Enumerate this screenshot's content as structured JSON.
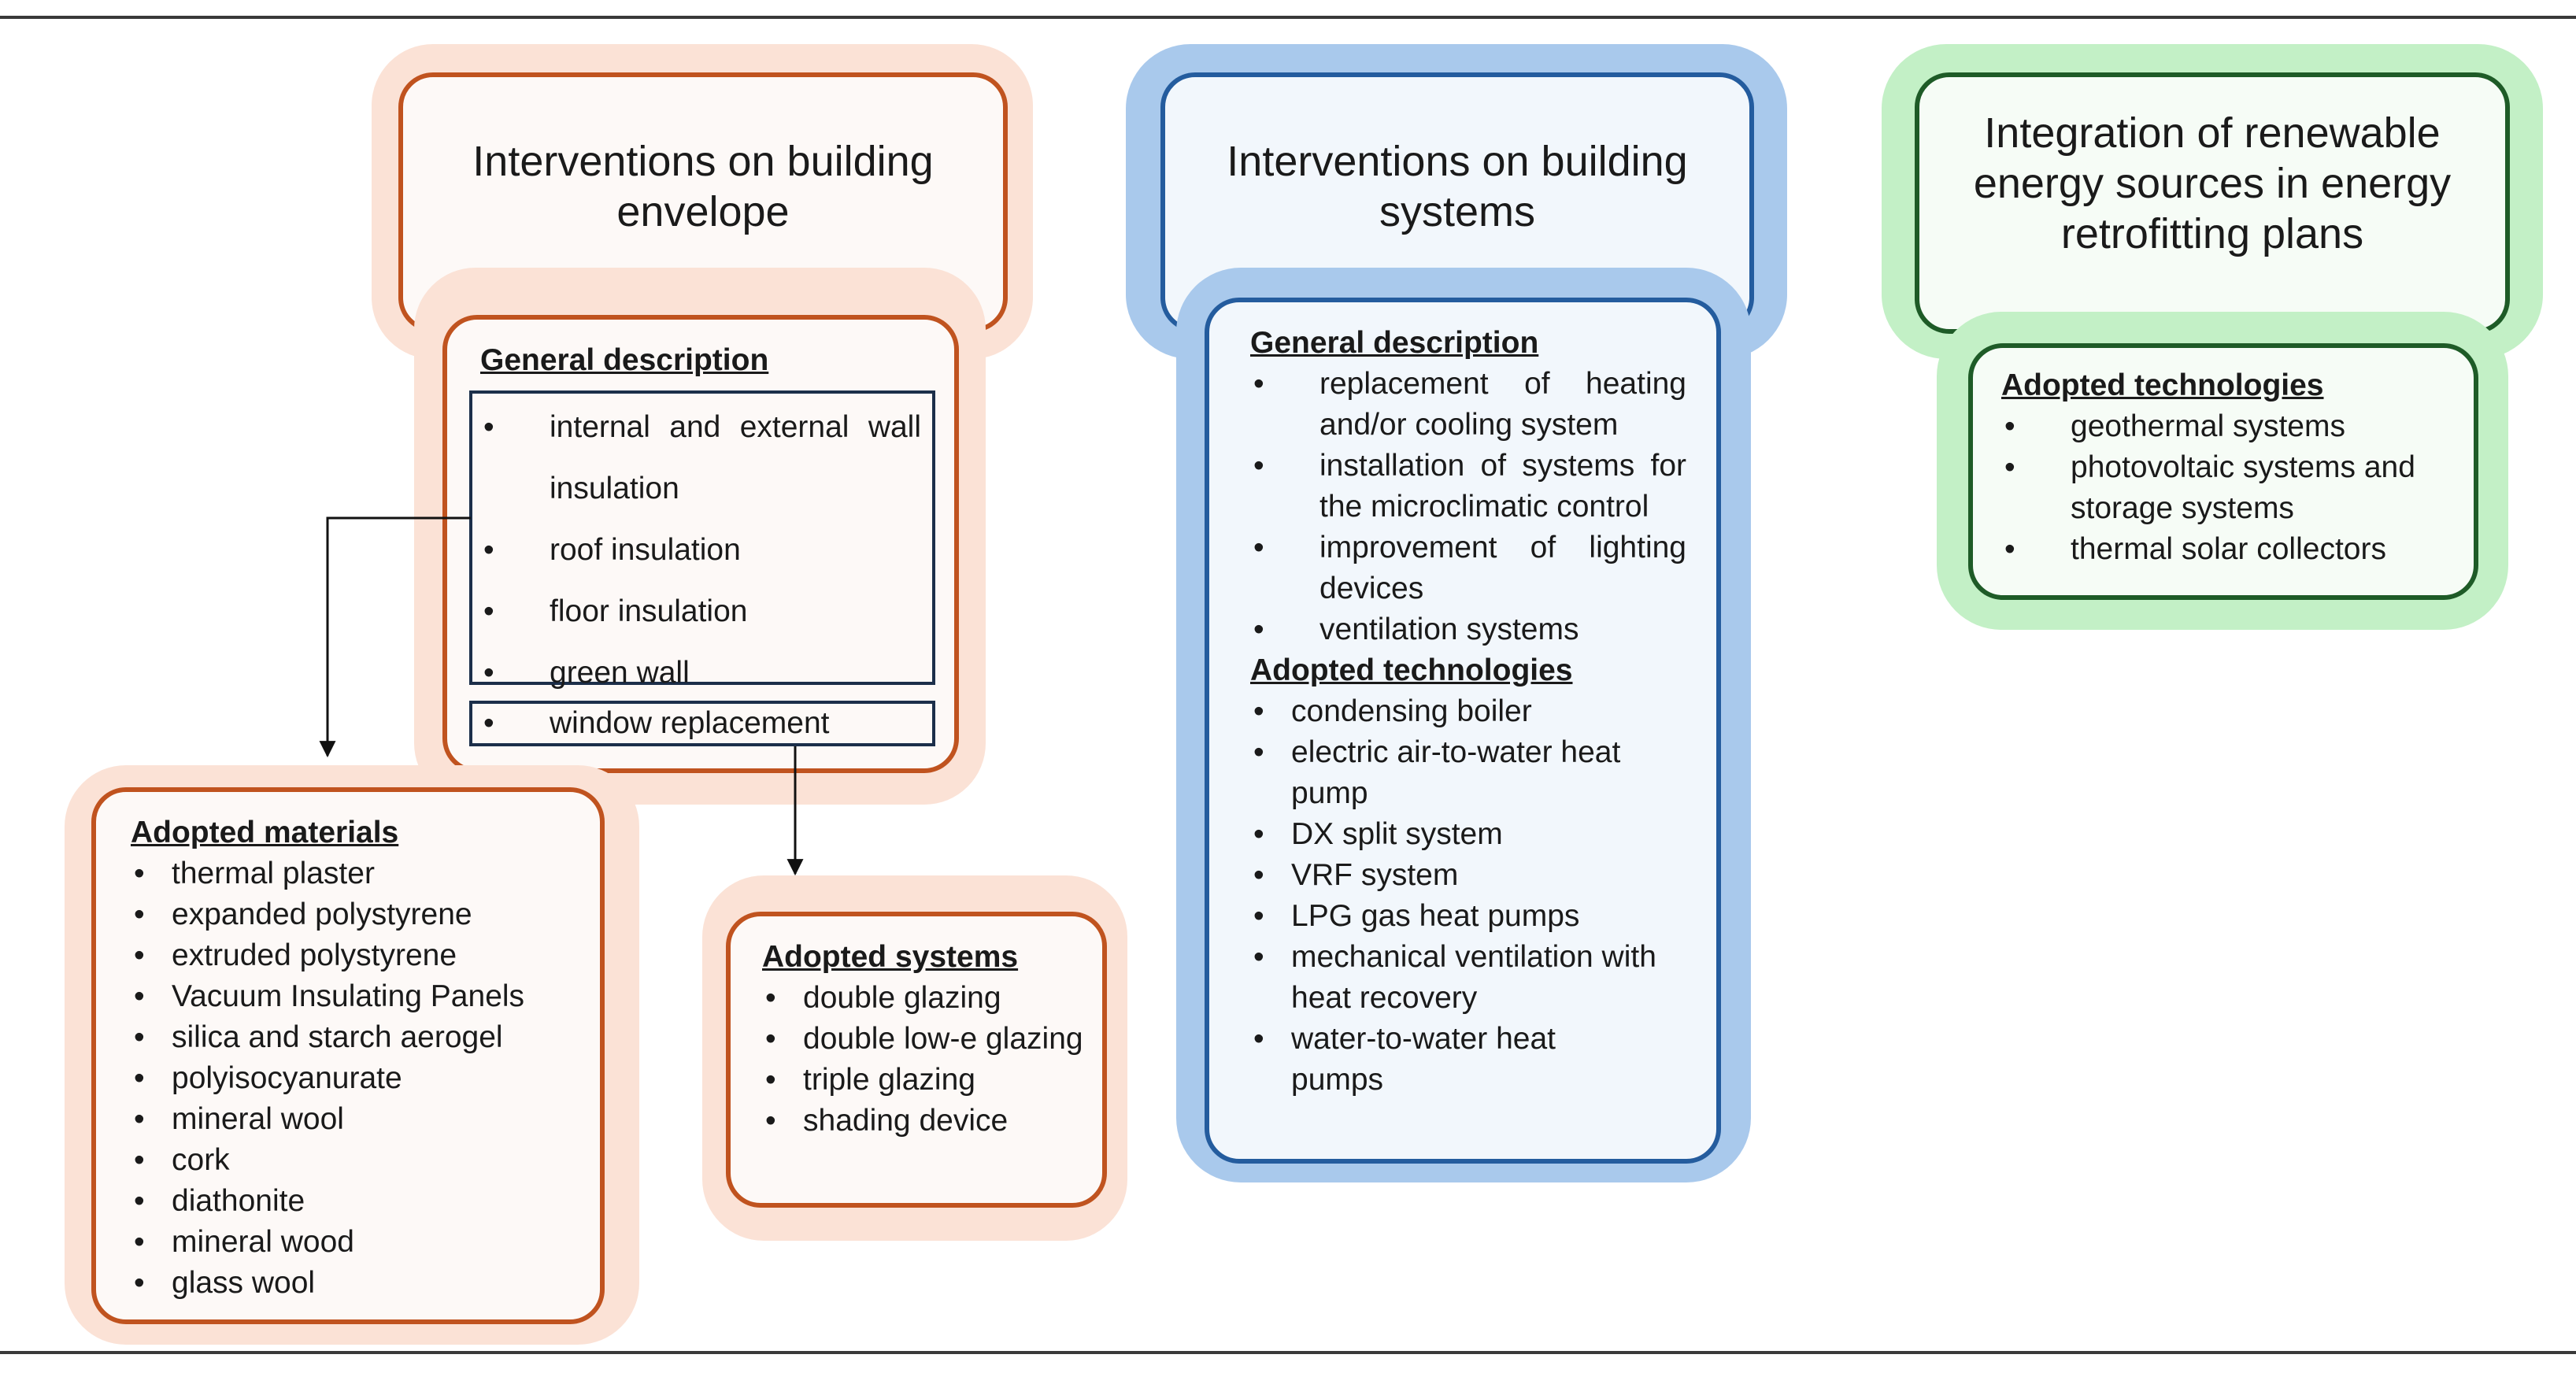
{
  "envelope": {
    "title": "Interventions on building envelope",
    "general_heading": "General description",
    "general_items": [
      "internal and external wall insulation",
      "roof insulation",
      "floor insulation",
      "green wall"
    ],
    "window_item": "window replacement",
    "materials_heading": "Adopted materials",
    "materials": [
      "thermal plaster",
      "expanded polystyrene",
      "extruded polystyrene",
      "Vacuum Insulating Panels",
      "silica and starch aerogel",
      "polyisocyanurate",
      "mineral wool",
      "cork",
      "diathonite",
      "mineral wood",
      "glass wool"
    ],
    "systems_heading": "Adopted systems",
    "systems": [
      "double glazing",
      "double low-e glazing",
      "triple glazing",
      "shading device"
    ]
  },
  "systems": {
    "title": "Interventions on building systems",
    "general_heading": "General description",
    "general_items": [
      "replacement of heating and/or cooling system",
      "installation of systems for the microclimatic control",
      "improvement of lighting devices",
      "ventilation systems"
    ],
    "tech_heading": "Adopted technologies",
    "tech_items": [
      "condensing boiler",
      "electric air-to-water heat pump",
      "DX split system",
      "VRF system",
      "LPG gas heat pumps",
      "mechanical ventilation with heat recovery",
      "water-to-water heat pumps"
    ]
  },
  "renewables": {
    "title": "Integration of renewable energy sources in energy retrofitting plans",
    "tech_heading": "Adopted technologies",
    "tech_items": [
      "geothermal systems",
      "photovoltaic systems and storage systems",
      "thermal solar collectors"
    ]
  },
  "colors": {
    "orange": "#c0531f",
    "blue": "#245c9e",
    "green": "#1e5b27"
  }
}
